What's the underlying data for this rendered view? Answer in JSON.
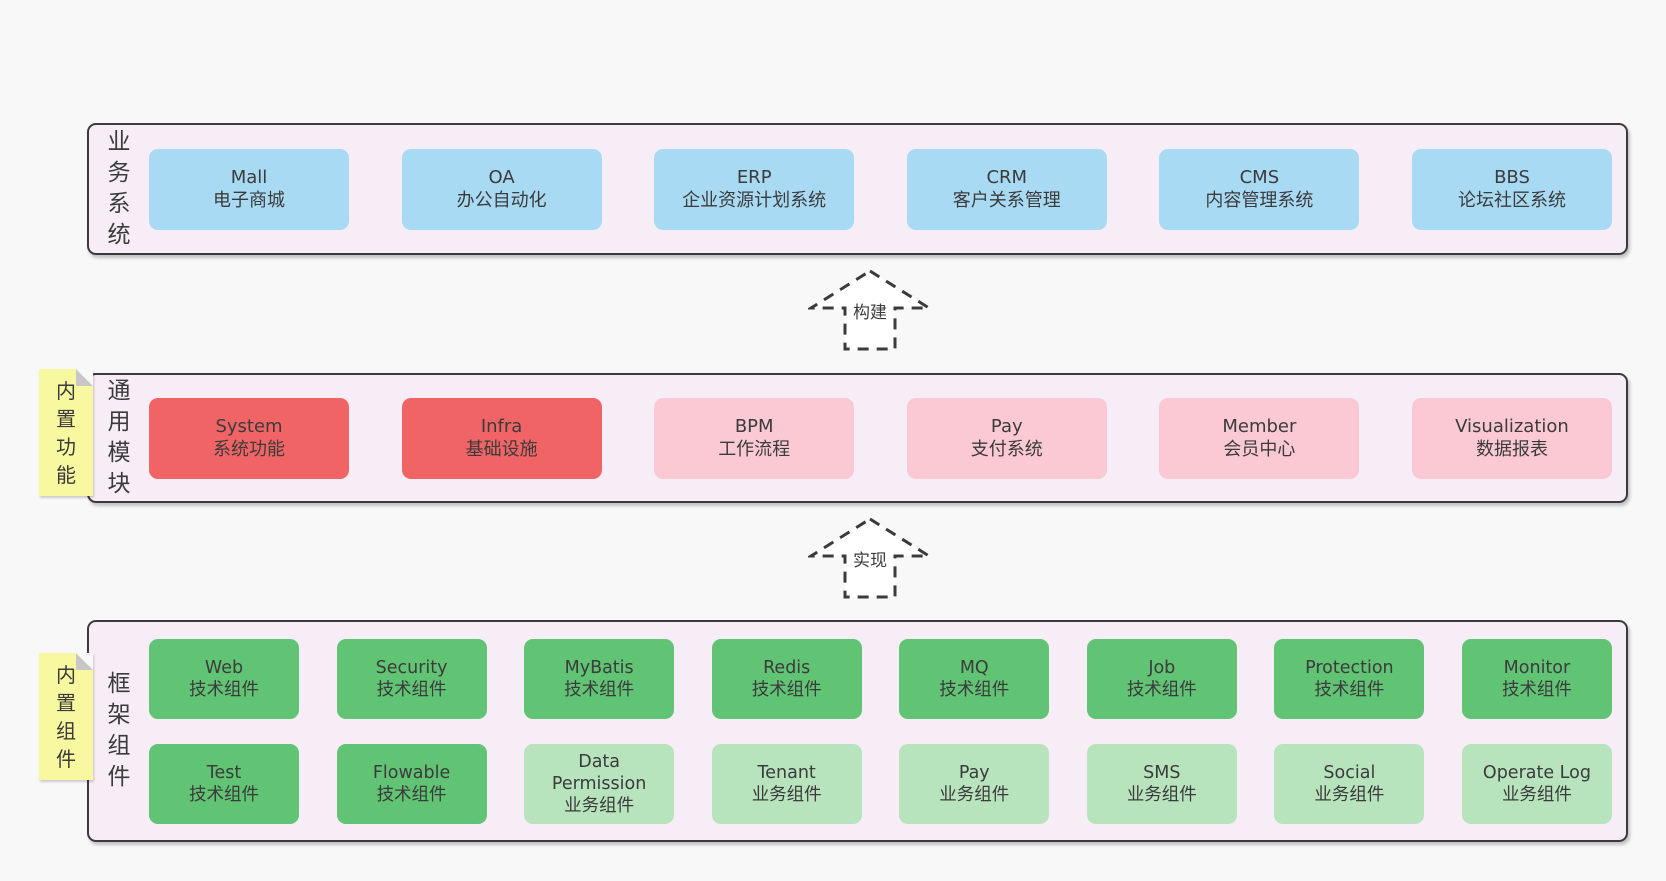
{
  "colors": {
    "page_background": "#f8f8f8",
    "band_background": "#f7edf6",
    "band_border": "#3b3b3b",
    "blue_node": "#a9daf4",
    "red_node": "#f06466",
    "pink_node": "#fbc9d3",
    "green_node": "#61c374",
    "light_green_node": "#b7e3bd",
    "sticky_note": "#f8f8a1",
    "text": "#3b3b3b"
  },
  "arrows": [
    {
      "label": "构建"
    },
    {
      "label": "实现"
    }
  ],
  "bands": [
    {
      "label": "业务系统",
      "boxes": [
        {
          "title": "Mall",
          "subtitle": "电子商城",
          "variant": "blue"
        },
        {
          "title": "OA",
          "subtitle": "办公自动化",
          "variant": "blue"
        },
        {
          "title": "ERP",
          "subtitle": "企业资源计划系统",
          "variant": "blue"
        },
        {
          "title": "CRM",
          "subtitle": "客户关系管理",
          "variant": "blue"
        },
        {
          "title": "CMS",
          "subtitle": "内容管理系统",
          "variant": "blue"
        },
        {
          "title": "BBS",
          "subtitle": "论坛社区系统",
          "variant": "blue"
        }
      ]
    },
    {
      "label": "通用模块",
      "sticky": "内置功能",
      "boxes": [
        {
          "title": "System",
          "subtitle": "系统功能",
          "variant": "red"
        },
        {
          "title": "Infra",
          "subtitle": "基础设施",
          "variant": "red"
        },
        {
          "title": "BPM",
          "subtitle": "工作流程",
          "variant": "pink"
        },
        {
          "title": "Pay",
          "subtitle": "支付系统",
          "variant": "pink"
        },
        {
          "title": "Member",
          "subtitle": "会员中心",
          "variant": "pink"
        },
        {
          "title": "Visualization",
          "subtitle": "数据报表",
          "variant": "pink"
        }
      ]
    },
    {
      "label": "框架组件",
      "sticky": "内置组件",
      "rows": [
        [
          {
            "title": "Web",
            "subtitle": "技术组件",
            "variant": "green"
          },
          {
            "title": "Security",
            "subtitle": "技术组件",
            "variant": "green"
          },
          {
            "title": "MyBatis",
            "subtitle": "技术组件",
            "variant": "green"
          },
          {
            "title": "Redis",
            "subtitle": "技术组件",
            "variant": "green"
          },
          {
            "title": "MQ",
            "subtitle": "技术组件",
            "variant": "green"
          },
          {
            "title": "Job",
            "subtitle": "技术组件",
            "variant": "green"
          },
          {
            "title": "Protection",
            "subtitle": "技术组件",
            "variant": "green"
          },
          {
            "title": "Monitor",
            "subtitle": "技术组件",
            "variant": "green"
          }
        ],
        [
          {
            "title": "Test",
            "subtitle": "技术组件",
            "variant": "green"
          },
          {
            "title": "Flowable",
            "subtitle": "技术组件",
            "variant": "green"
          },
          {
            "title": "Data Permission",
            "subtitle": "业务组件",
            "variant": "lightgreen"
          },
          {
            "title": "Tenant",
            "subtitle": "业务组件",
            "variant": "lightgreen"
          },
          {
            "title": "Pay",
            "subtitle": "业务组件",
            "variant": "lightgreen"
          },
          {
            "title": "SMS",
            "subtitle": "业务组件",
            "variant": "lightgreen"
          },
          {
            "title": "Social",
            "subtitle": "业务组件",
            "variant": "lightgreen"
          },
          {
            "title": "Operate Log",
            "subtitle": "业务组件",
            "variant": "lightgreen"
          }
        ]
      ]
    }
  ]
}
